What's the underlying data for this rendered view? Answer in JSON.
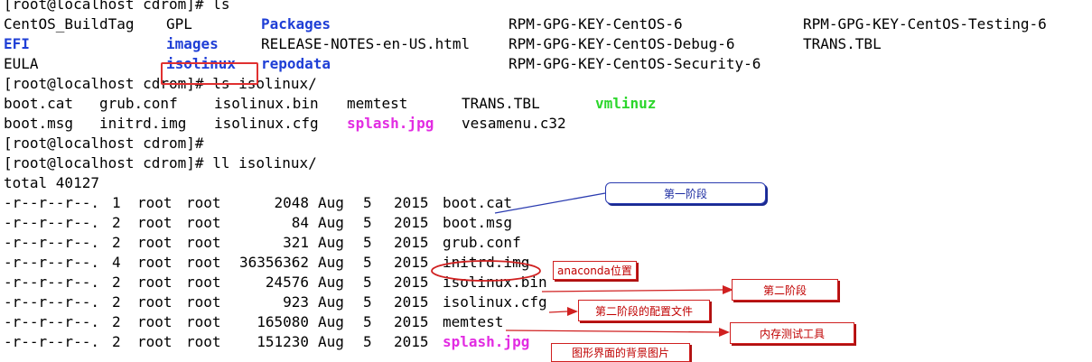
{
  "terminal": {
    "line0": "[root@localhost cdrom]# ls",
    "ls_root": {
      "col1": [
        "CentOS_BuildTag",
        "EFI",
        "EULA"
      ],
      "col2": [
        "GPL",
        "images",
        "isolinux"
      ],
      "col3": [
        "Packages",
        "RELEASE-NOTES-en-US.html",
        "repodata"
      ],
      "col4": [
        "RPM-GPG-KEY-CentOS-6",
        "RPM-GPG-KEY-CentOS-Debug-6",
        "RPM-GPG-KEY-CentOS-Security-6"
      ],
      "col5": [
        "RPM-GPG-KEY-CentOS-Testing-6",
        "TRANS.TBL",
        ""
      ]
    },
    "line4": "[root@localhost cdrom]# ls isolinux/",
    "ls_iso": {
      "r1": [
        "boot.cat",
        "grub.conf",
        "isolinux.bin",
        "memtest",
        "TRANS.TBL",
        "vmlinuz"
      ],
      "r2": [
        "boot.msg",
        "initrd.img",
        "isolinux.cfg",
        "splash.jpg",
        "vesamenu.c32"
      ]
    },
    "line7": "[root@localhost cdrom]#",
    "line8": "[root@localhost cdrom]# ll isolinux/",
    "line9": "total 40127",
    "ll_rows": [
      {
        "perm": "-r--r--r--.",
        "links": "1",
        "user": "root",
        "group": "root",
        "size": "2048",
        "month": "Aug",
        "day": "5",
        "year": "2015",
        "name": "boot.cat"
      },
      {
        "perm": "-r--r--r--.",
        "links": "2",
        "user": "root",
        "group": "root",
        "size": "84",
        "month": "Aug",
        "day": "5",
        "year": "2015",
        "name": "boot.msg"
      },
      {
        "perm": "-r--r--r--.",
        "links": "2",
        "user": "root",
        "group": "root",
        "size": "321",
        "month": "Aug",
        "day": "5",
        "year": "2015",
        "name": "grub.conf"
      },
      {
        "perm": "-r--r--r--.",
        "links": "4",
        "user": "root",
        "group": "root",
        "size": "36356362",
        "month": "Aug",
        "day": "5",
        "year": "2015",
        "name": "initrd.img"
      },
      {
        "perm": "-r--r--r--.",
        "links": "2",
        "user": "root",
        "group": "root",
        "size": "24576",
        "month": "Aug",
        "day": "5",
        "year": "2015",
        "name": "isolinux.bin"
      },
      {
        "perm": "-r--r--r--.",
        "links": "2",
        "user": "root",
        "group": "root",
        "size": "923",
        "month": "Aug",
        "day": "5",
        "year": "2015",
        "name": "isolinux.cfg"
      },
      {
        "perm": "-r--r--r--.",
        "links": "2",
        "user": "root",
        "group": "root",
        "size": "165080",
        "month": "Aug",
        "day": "5",
        "year": "2015",
        "name": "memtest"
      },
      {
        "perm": "-r--r--r--.",
        "links": "2",
        "user": "root",
        "group": "root",
        "size": "151230",
        "month": "Aug",
        "day": "5",
        "year": "2015",
        "name": "splash.jpg"
      }
    ]
  },
  "annotations": {
    "stage1": "第一阶段",
    "anaconda": "anaconda位置",
    "stage2": "第二阶段",
    "stage2_config": "第二阶段的配置文件",
    "memtest_tool": "内存测试工具",
    "splash_bg": "图形界面的背景图片"
  },
  "colors": {
    "directory": "#1f3fd6",
    "executable": "#2bd62b",
    "image": "#e22ce2",
    "annotation_red": "#d02020",
    "annotation_blue": "#2a3bb0"
  }
}
